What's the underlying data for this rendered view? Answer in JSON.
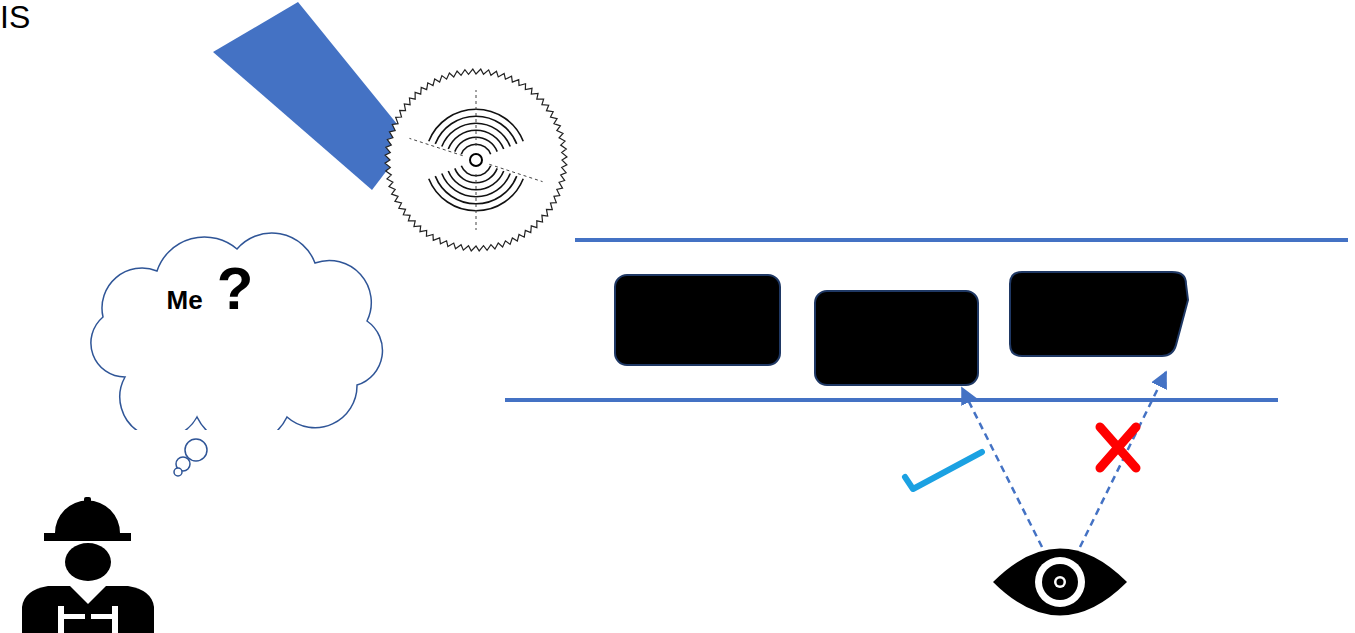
{
  "diagram": {
    "nodes": [
      {
        "text": [
          "Me",
          "?"
        ]
      }
    ],
    "labels": [
      "IS"
    ]
  }
}
